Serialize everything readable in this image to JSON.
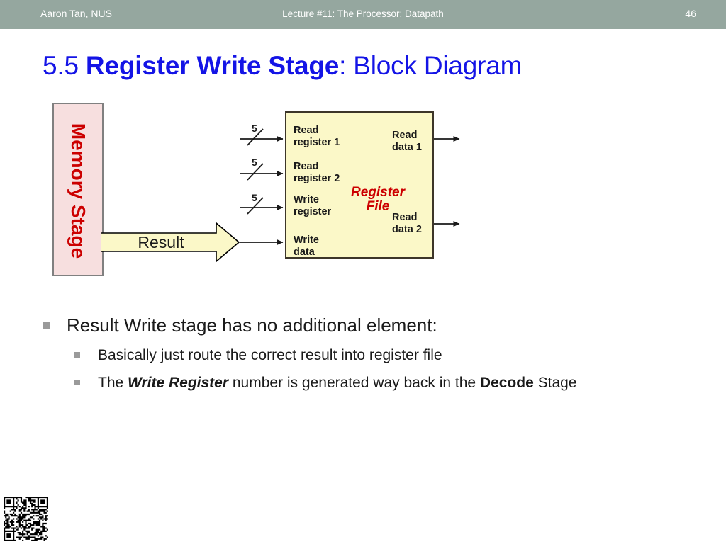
{
  "header": {
    "author": "Aaron Tan, NUS",
    "lecture": "Lecture #11: The Processor: Datapath",
    "page_number": "46"
  },
  "title": {
    "number": "5.5 ",
    "emphasis": "Register Write Stage",
    "suffix": ": Block Diagram",
    "color": "#1414e6"
  },
  "diagram": {
    "memory_stage": {
      "label": "Memory Stage",
      "fill": "#f7dfdf",
      "border": "#808080",
      "text_color": "#cc0000"
    },
    "result_arrow": {
      "label": "Result",
      "fill": "#fbf8c8",
      "border": "#000000"
    },
    "register_file": {
      "title": "Register\nFile",
      "fill": "#fbf8c8",
      "border": "#3d3629",
      "title_color": "#cc0000",
      "inputs": [
        {
          "label": "Read\nregister 1",
          "bit_width": "5"
        },
        {
          "label": "Read\nregister 2",
          "bit_width": "5"
        },
        {
          "label": "Write\nregister",
          "bit_width": "5"
        },
        {
          "label": "Write\ndata",
          "bit_width": ""
        }
      ],
      "outputs": [
        {
          "label": "Read\ndata 1"
        },
        {
          "label": "Read\ndata 2"
        }
      ]
    }
  },
  "bullets": {
    "level1": "Result Write stage has no additional element:",
    "level2_a": "Basically just route the correct result into register file",
    "level2_b": {
      "pre": "The ",
      "emphasis": "Write Register",
      "mid": " number is generated way back in the ",
      "strong": "Decode",
      "post": " Stage"
    }
  },
  "footer": {
    "qr_code_name": "qr-code"
  }
}
